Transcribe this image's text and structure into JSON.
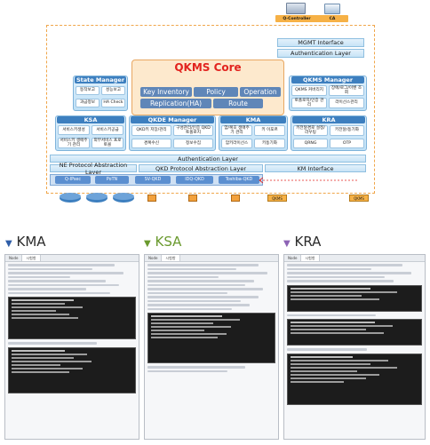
{
  "diagram": {
    "controller": "Q-Controller",
    "ca": "CA",
    "mgmt_interface": "MGMT Interface",
    "auth_layer_top": "Authentication Layer",
    "core_title": "QKMS Core",
    "core_items": [
      "Key Inventory",
      "Policy",
      "Operation",
      "Replication(HA)",
      "Route"
    ],
    "state_manager": {
      "title": "State Manager",
      "cells": [
        "동작보고",
        "성능보고",
        "과금정보",
        "HA Check"
      ]
    },
    "qkms_manager": {
      "title": "QKMS Manager",
      "cells": [
        "QKMS 커버리지",
        "장애/로그/이벤 조회",
        "토폴로지/인증 관리",
        "라이선스관리"
      ]
    },
    "ksa": {
      "title": "KSA",
      "cells": [
        "서비스키생성",
        "서비스키공급",
        "서비스키 생애주기 관리",
        "외부서비스 프로토콜"
      ]
    },
    "qkde": {
      "title": "QKDE Manager",
      "cells": [
        "QKD키 저장/관리",
        "구성관리/인증 QKD토폴로지",
        "경복수신",
        "정보수집"
      ]
    },
    "kma": {
      "title": "KMA",
      "cells": [
        "암/복호 생애주기 관리",
        "키 이포르",
        "암키라이선스",
        "키동기화"
      ]
    },
    "kra": {
      "title": "KRA",
      "cells": [
        "키전달경로 설정/라우팅",
        "키전달/동기화",
        "QRNG",
        "OTP"
      ]
    },
    "auth_layer_bottom": "Authentication Layer",
    "ne_layer": "NE Protocol Abstraction Layer",
    "qkd_layer": "QKD Protocol Abstraction Layer",
    "km_interface": "KM Interface",
    "nodes": [
      "Q-IPsec",
      "PoTN",
      "SV-QKD",
      "IDQ-QKD",
      "Toshiba-QKD"
    ],
    "qkms_chip": "QKMS"
  },
  "screenshots": [
    {
      "label": "KMA",
      "color": "#2f5ea8",
      "tab_a": "Node",
      "tab_b": "시험항"
    },
    {
      "label": "KSA",
      "color": "#6a9a2e",
      "tab_a": "Node",
      "tab_b": "시험항"
    },
    {
      "label": "KRA",
      "color": "#8d63b5",
      "tab_a": "Node",
      "tab_b": "시험항"
    }
  ]
}
